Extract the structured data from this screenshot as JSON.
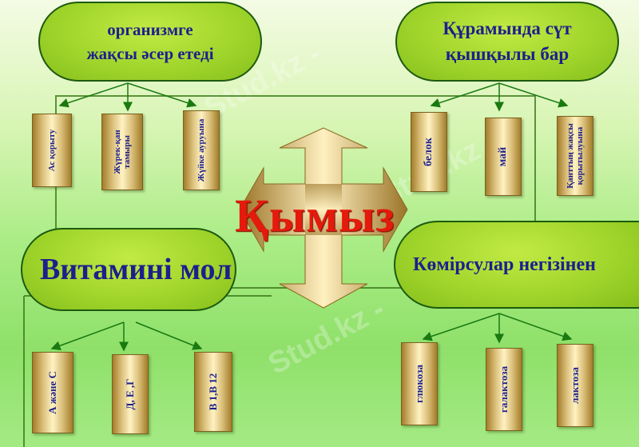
{
  "center": {
    "label": "Қымыз"
  },
  "groups": {
    "top_left": {
      "lines": [
        "организмге",
        "жақсы әсер етеді"
      ],
      "items": [
        [
          "Ас қорыту"
        ],
        [
          "Жүрек-қан",
          "тамыры"
        ],
        [
          "Жүйке ауруына"
        ]
      ]
    },
    "top_right": {
      "lines": [
        "Құрамында сүт",
        "қышқылы бар"
      ],
      "items": [
        [
          "белок"
        ],
        [
          "май"
        ],
        [
          "Қанттың жақсы",
          "қорытылуына"
        ]
      ]
    },
    "bottom_left": {
      "lines": [
        "Витамині мол"
      ],
      "items": [
        [
          "А және С"
        ],
        [
          "Д, Е ,Г"
        ],
        [
          "В 1,В 12"
        ]
      ]
    },
    "bottom_right": {
      "lines": [
        "Көмірсулар негізінен"
      ],
      "items": [
        [
          "глюкоза"
        ],
        [
          "галактоза"
        ],
        [
          "лактоза"
        ]
      ]
    }
  },
  "watermark": "Stud.kz -",
  "colors": {
    "pill_fill": "#9ed42a",
    "pill_text": "#1d1f8c",
    "title": "#e41a0c",
    "arrow_green": "#1a7a10"
  }
}
